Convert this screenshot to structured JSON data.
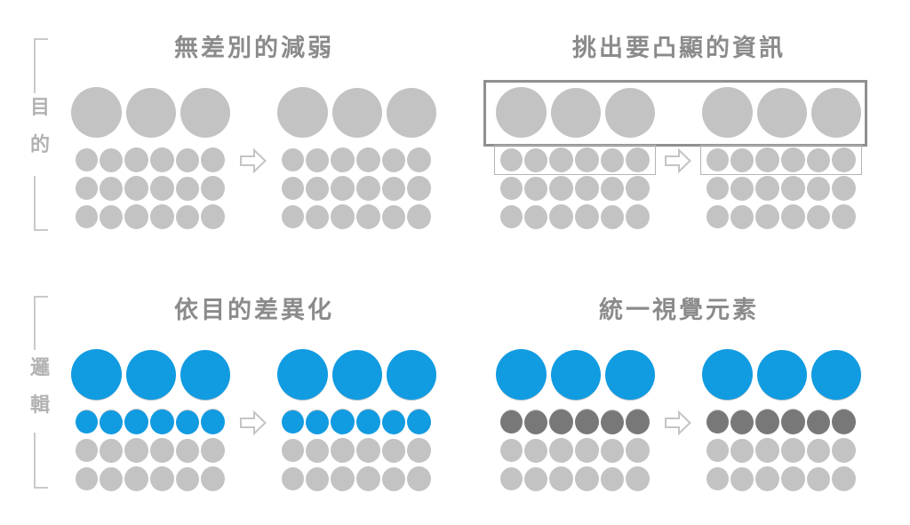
{
  "diagram_title": "visual-hierarchy-before-after-diagram",
  "palette": {
    "light_gray": "#c3c3c3",
    "dark_gray": "#787878",
    "blue": "#119be1",
    "title_text": "#8b8b8b",
    "side_label_text": "#b2b2b2",
    "bracket_line": "#c9c9c9",
    "highlight_box_dark_border": "#8f8f8f",
    "highlight_box_light_border": "#b4b4b4",
    "arrow_stroke": "#c4c4c4"
  },
  "icons": {
    "transform_arrow": "rightwards-hollow-arrow-icon"
  },
  "side_labels": [
    {
      "name": "purpose",
      "chars": [
        "目",
        "的"
      ]
    },
    {
      "name": "logic",
      "chars": [
        "邏",
        "輯"
      ]
    }
  ],
  "pattern": {
    "big_count": 3,
    "big_diameters": [
      57,
      56,
      56
    ],
    "small_rows": 3,
    "small_count": 6,
    "small_diameters": [
      25,
      26,
      27,
      27,
      26,
      27
    ]
  },
  "quadrants": [
    {
      "id": "dim-everything",
      "title": "無差別的減弱",
      "row_colors": {
        "big": "light_gray",
        "row1": "light_gray",
        "row2": "light_gray",
        "row3": "light_gray"
      },
      "highlight_boxes": false
    },
    {
      "id": "pick-highlight-info",
      "title": "挑出要凸顯的資訊",
      "row_colors": {
        "big": "light_gray",
        "row1": "light_gray",
        "row2": "light_gray",
        "row3": "light_gray"
      },
      "highlight_boxes": true
    },
    {
      "id": "differentiate-by-purpose",
      "title": "依目的差異化",
      "row_colors": {
        "big": "blue",
        "row1": "blue",
        "row2": "light_gray",
        "row3": "light_gray"
      },
      "highlight_boxes": false
    },
    {
      "id": "unify-visual-elements",
      "title": "統一視覺元素",
      "row_colors": {
        "big": "blue",
        "row1": "dark_gray",
        "row2": "light_gray",
        "row3": "light_gray"
      },
      "highlight_boxes": false
    }
  ]
}
